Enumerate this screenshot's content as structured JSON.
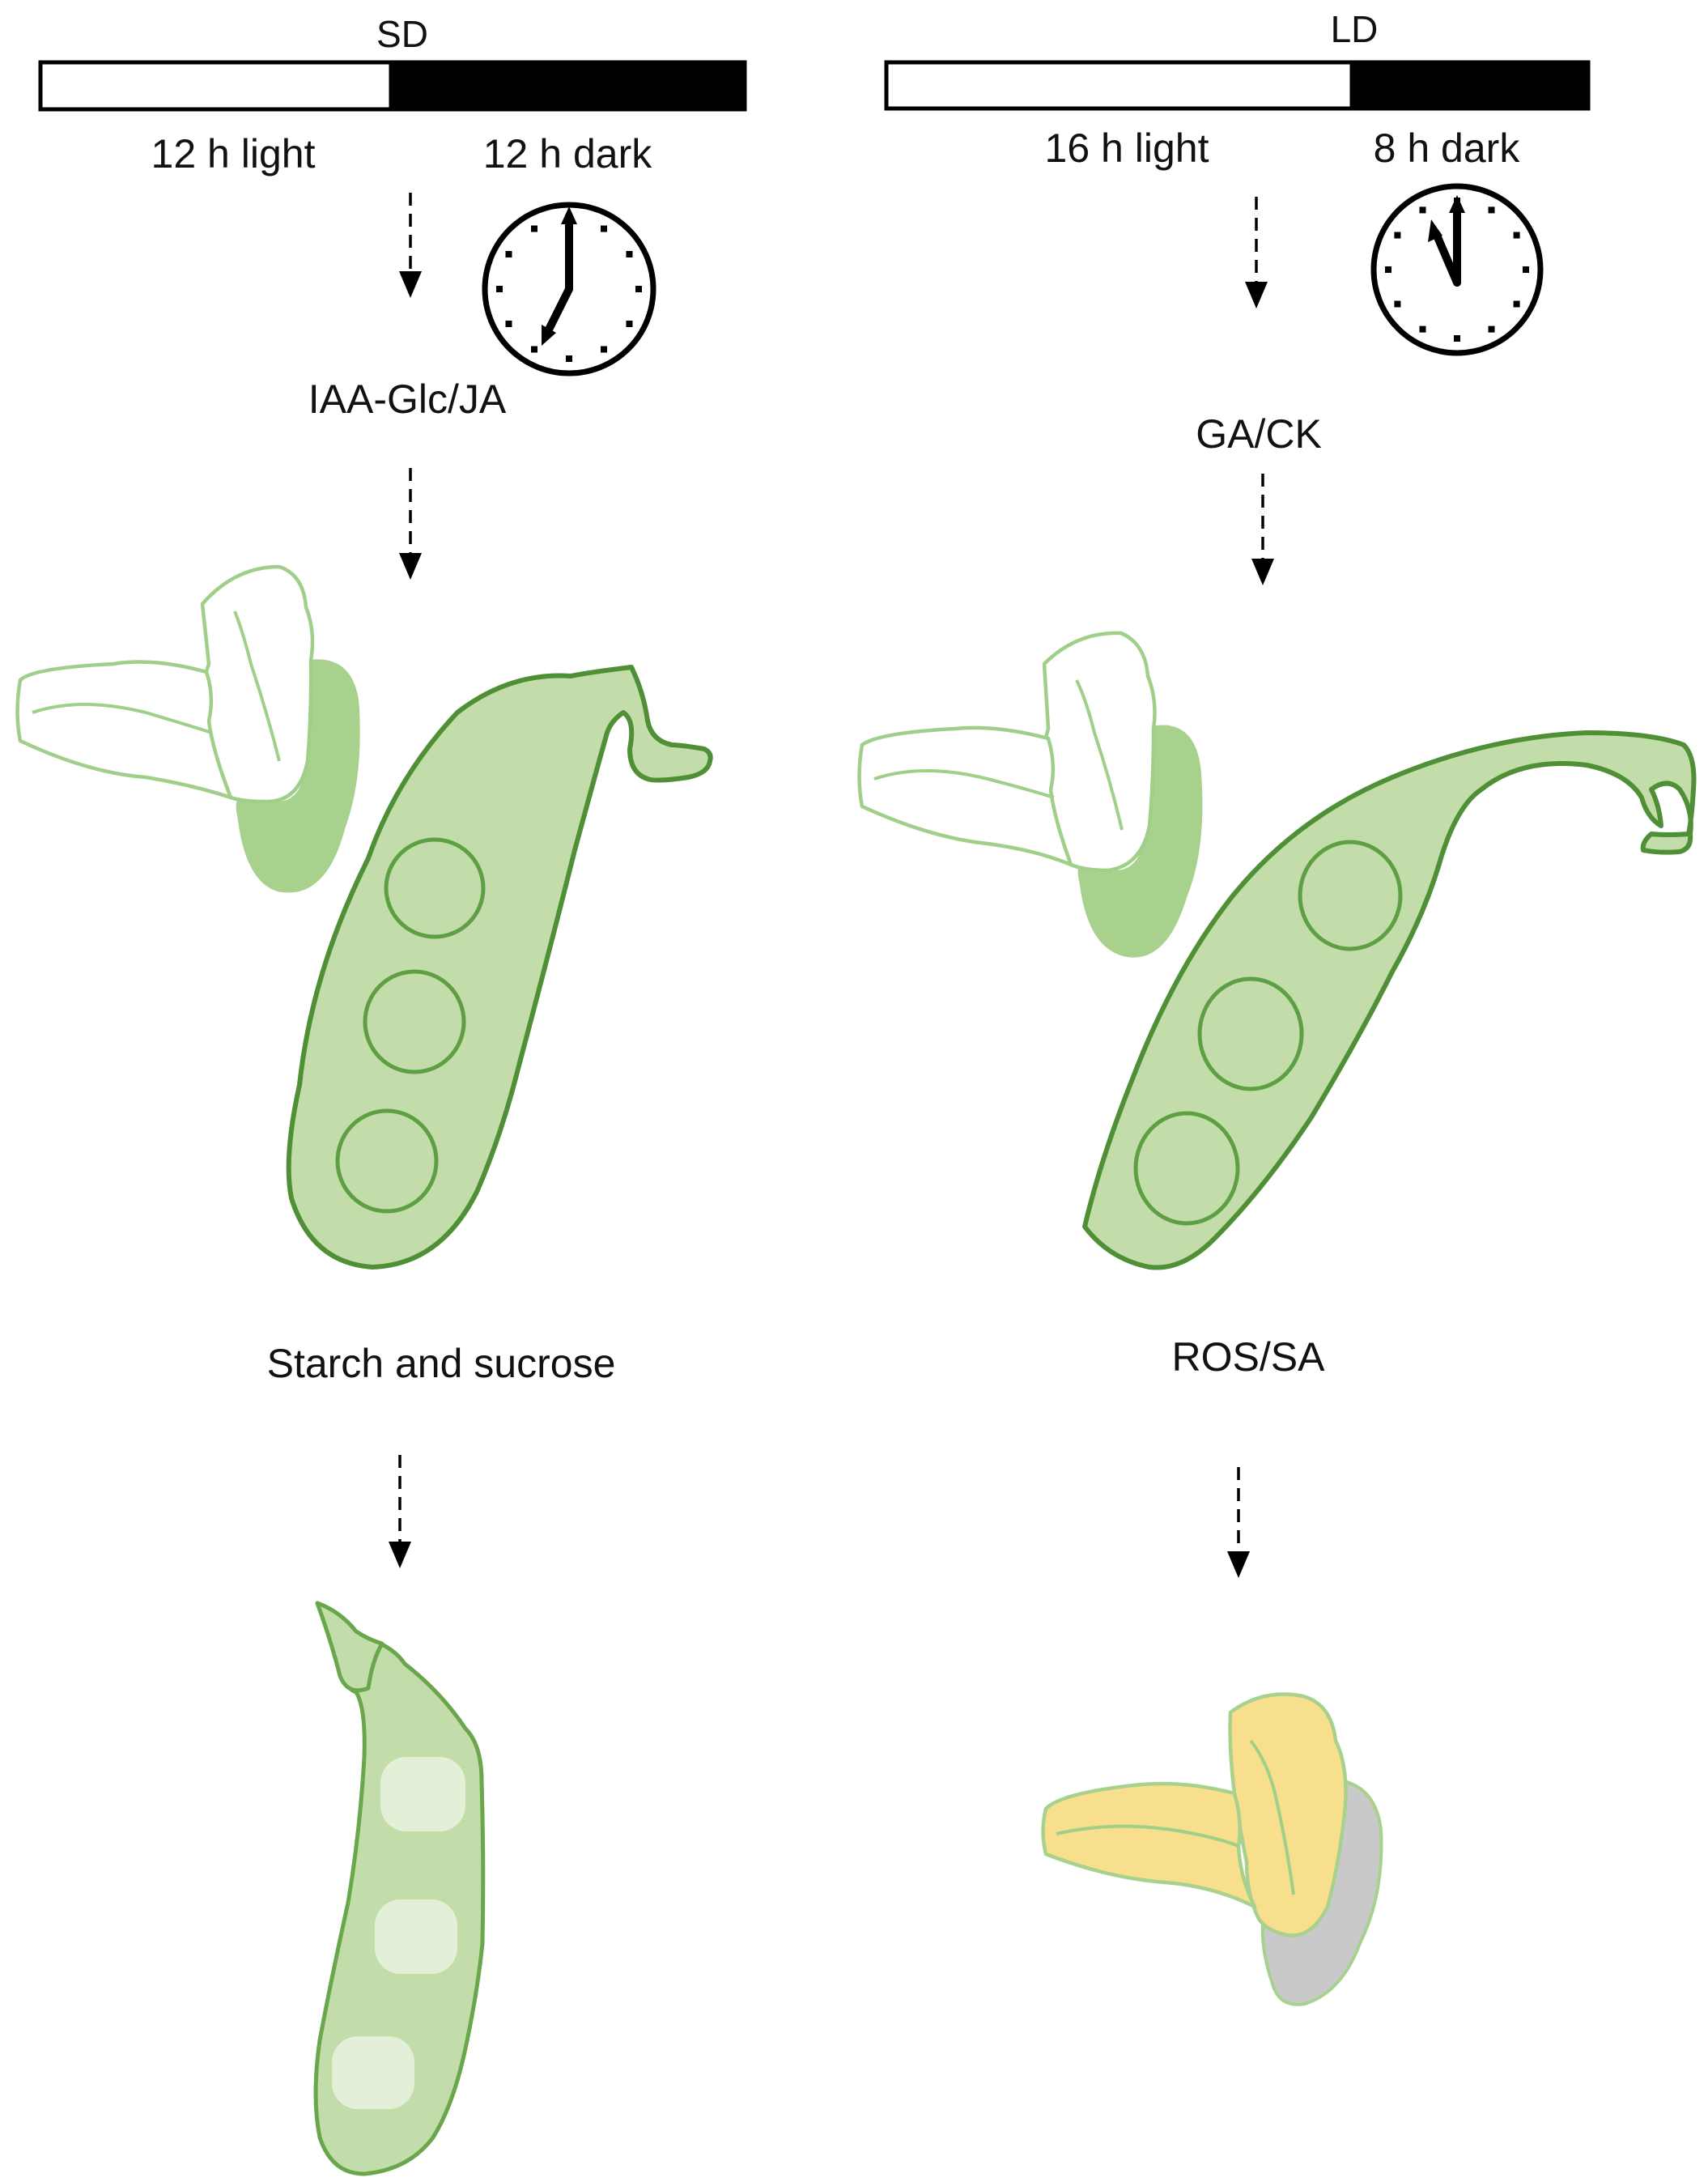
{
  "colors": {
    "pod_fill": "#c2dcaa",
    "pod_outline": "#4f8f36",
    "petal_outline": "#9fcf88",
    "senescent_yellow": "#f7df8e",
    "senescent_grey": "#c9c9c9",
    "bar_dark": "#000000",
    "bar_light": "#ffffff"
  },
  "panels": {
    "short_day": {
      "photoperiod": "SD",
      "light_label": "12 h light",
      "dark_label": "12 h dark",
      "light_fraction": 0.5,
      "clock_time": "7:00",
      "regulators": "IAA-Glc/JA",
      "metabolites": "Starch and sucrose",
      "outcome_icon": "green-pod-icon"
    },
    "long_day": {
      "photoperiod": "LD",
      "light_label": "16 h light",
      "dark_label": "8 h dark",
      "light_fraction": 0.667,
      "clock_time": "11:00",
      "regulators": "GA/CK",
      "metabolites": "ROS/SA",
      "outcome_icon": "senescent-flower-icon"
    }
  }
}
